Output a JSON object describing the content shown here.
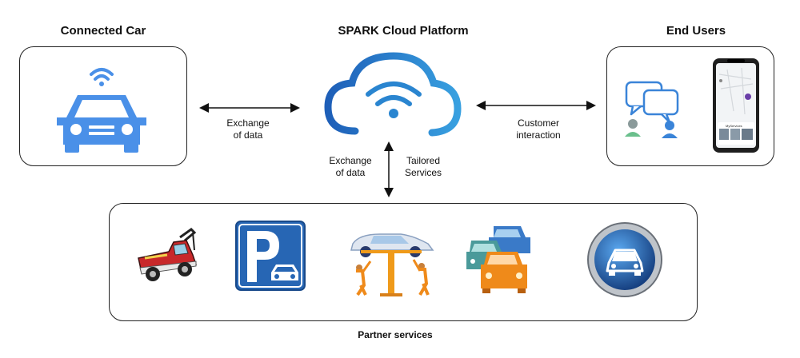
{
  "titles": {
    "connected_car": "Connected Car",
    "cloud": "SPARK Cloud Platform",
    "end_users": "End Users",
    "partner": "Partner services"
  },
  "labels": {
    "exchange_left_1": "Exchange",
    "exchange_left_2": "of data",
    "customer_1": "Customer",
    "customer_2": "interaction",
    "exchange_down_1": "Exchange",
    "exchange_down_2": "of data",
    "tailored_1": "Tailored",
    "tailored_2": "Services"
  },
  "phone": {
    "screen_label": "MyServices"
  },
  "colors": {
    "car_blue": "#4a90e8",
    "cloud_blue": "#2a85d0",
    "chat_blue": "#3a84d8",
    "tow_red": "#c8282a",
    "parking_blue": "#2766b4",
    "orange": "#ef8a1a",
    "teal": "#4a9a9a"
  },
  "icons": [
    "car-wifi-icon",
    "cloud-wifi-icon",
    "chat-bubbles-icon",
    "smartphone-icon",
    "tow-truck-icon",
    "parking-icon",
    "car-lift-mechanics-icon",
    "traffic-cars-icon",
    "car-badge-icon"
  ]
}
